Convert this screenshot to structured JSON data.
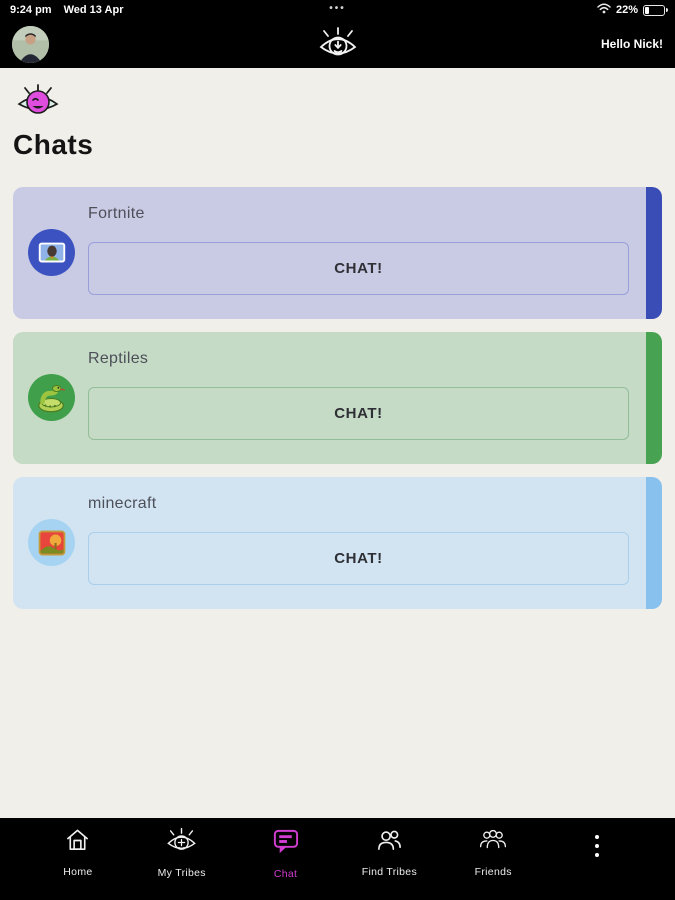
{
  "status_bar": {
    "time": "9:24 pm",
    "date": "Wed 13 Apr",
    "menu_dots": "•••",
    "battery_percent": "22%"
  },
  "header": {
    "greeting": "Hello Nick!"
  },
  "page": {
    "title": "Chats"
  },
  "chats": [
    {
      "name": "Fortnite",
      "button_label": "CHAT!",
      "icon": "person-on-screen-icon",
      "card_color": "#c9cbe4",
      "accent_color": "#3a4db6",
      "button_border_color": "#99a0d9",
      "icon_bg_color": "#3b52c0"
    },
    {
      "name": "Reptiles",
      "button_label": "CHAT!",
      "icon": "snake-icon",
      "card_color": "#c5dbc6",
      "accent_color": "#47a351",
      "button_border_color": "#93bd98",
      "icon_bg_color": "#3f9f4a"
    },
    {
      "name": "minecraft",
      "button_label": "CHAT!",
      "icon": "framed-picture-icon",
      "card_color": "#d2e4f2",
      "accent_color": "#89c1ee",
      "button_border_color": "#abcfeb",
      "icon_bg_color": "#a6d3f2"
    }
  ],
  "nav": {
    "active_color": "#d23ed2",
    "items": [
      {
        "label": "Home",
        "icon": "home-icon",
        "active": false
      },
      {
        "label": "My Tribes",
        "icon": "eye-icon",
        "active": false
      },
      {
        "label": "Chat",
        "icon": "chat-bubble-icon",
        "active": true
      },
      {
        "label": "Find Tribes",
        "icon": "people-icon",
        "active": false
      },
      {
        "label": "Friends",
        "icon": "group-icon",
        "active": false
      }
    ]
  }
}
